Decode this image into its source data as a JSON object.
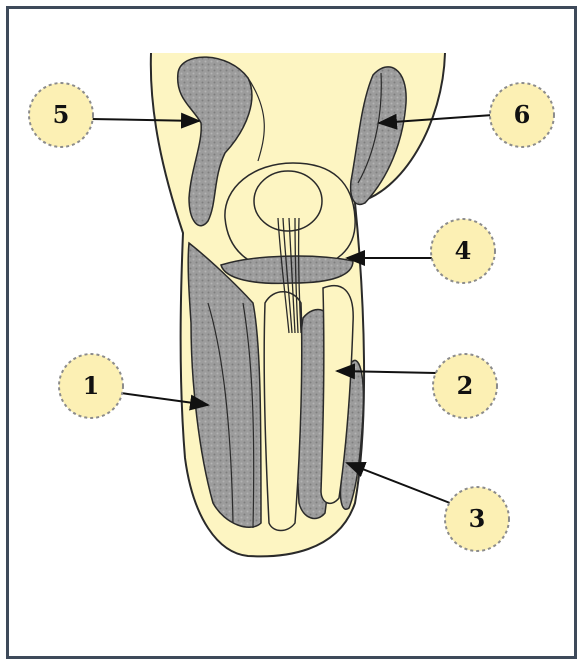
{
  "colors": {
    "frame_border": "#3e4a5a",
    "tissue_fill": "#fdf5c2",
    "muscle_fill": "#9c9c9c",
    "outline": "#2a2a2a",
    "callout_fill": "#fcf0b4",
    "callout_stroke": "#8c8c8c"
  },
  "callouts": [
    {
      "id": "label-1",
      "text": "1"
    },
    {
      "id": "label-2",
      "text": "2"
    },
    {
      "id": "label-3",
      "text": "3"
    },
    {
      "id": "label-4",
      "text": "4"
    },
    {
      "id": "label-5",
      "text": "5"
    },
    {
      "id": "label-6",
      "text": "6"
    }
  ]
}
